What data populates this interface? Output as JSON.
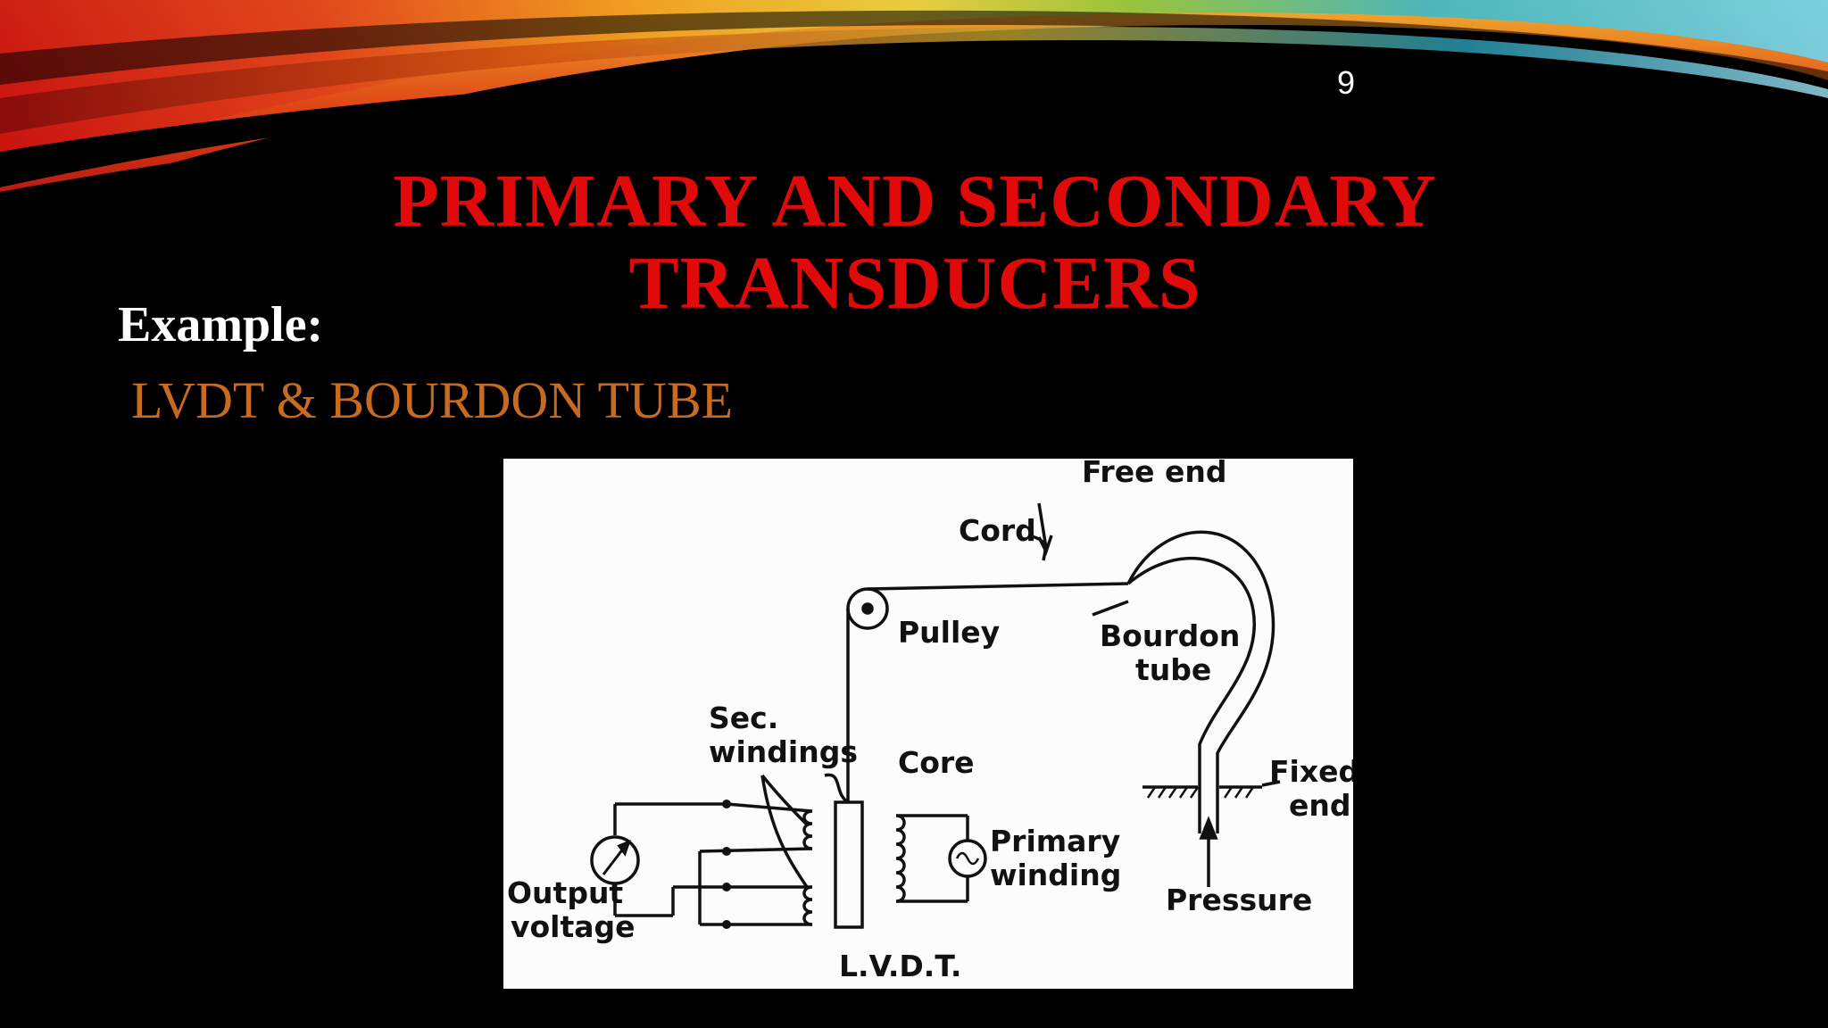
{
  "slide": {
    "page_number": "9",
    "title_line1": "Primary and Secondary",
    "title_line2": "Transducers",
    "example_label": "Example:",
    "subject": "LVDT & BOURDON TUBE"
  },
  "figure": {
    "labels": {
      "free_end": "Free end",
      "cord": "Cord",
      "pulley": "Pulley",
      "bourdon": "Bourdon",
      "tube": "tube",
      "sec": "Sec.",
      "windings": "windings",
      "core": "Core",
      "fixed": "Fixed",
      "end": "end",
      "primary": "Primary",
      "winding": "winding",
      "output": "Output",
      "voltage": "voltage",
      "pressure": "Pressure",
      "lvdt": "L.V.D.T."
    }
  },
  "colors": {
    "title": "#e00a0a",
    "subject": "#c76a22",
    "background": "#000000"
  }
}
